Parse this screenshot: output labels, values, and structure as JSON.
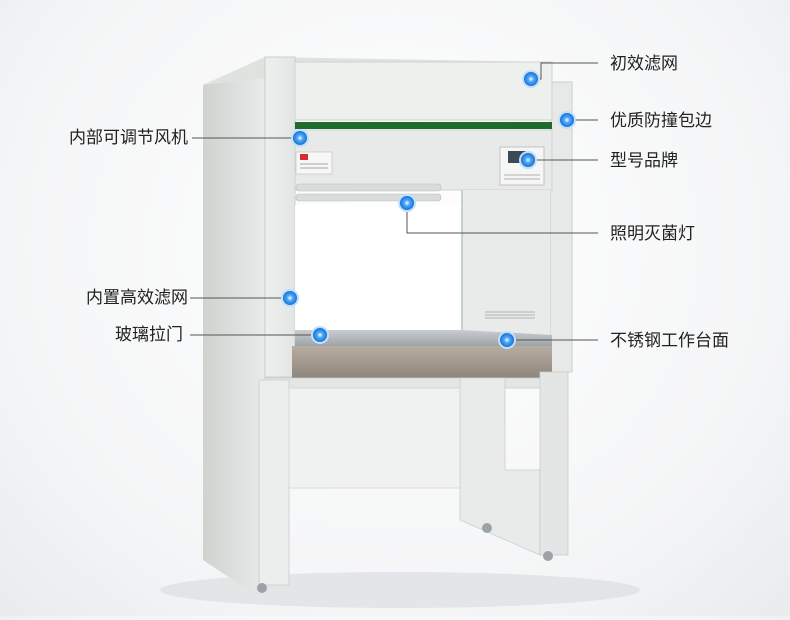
{
  "labels": {
    "primary_filter": "初效滤网",
    "edge_protection": "优质防撞包边",
    "adjustable_fan": "内部可调节风机",
    "model_plate": "型号品牌",
    "uv_lamp": "照明灭菌灯",
    "hepa_filter": "内置高效滤网",
    "glass_door": "玻璃拉门",
    "worktop": "不锈钢工作台面"
  },
  "colors": {
    "accent_dot": "#1e88e5",
    "green_strip": "#1f6b2e",
    "cabinet": "#e9ecea",
    "cabinet_shadow": "#c9ceca",
    "leader_line": "#555555"
  }
}
